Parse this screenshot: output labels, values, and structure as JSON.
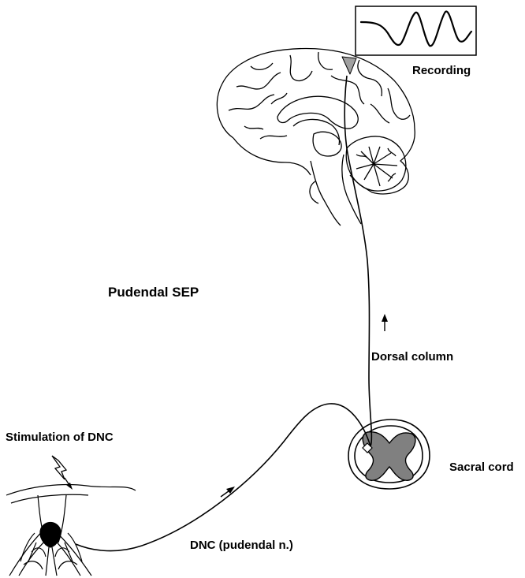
{
  "labels": {
    "recording": "Recording",
    "title": "Pudendal SEP",
    "dorsal_column": "Dorsal column",
    "stimulation": "Stimulation of DNC",
    "sacral_cord": "Sacral cord",
    "dnc_nerve": "DNC (pudendal n.)"
  },
  "colors": {
    "line": "#000000",
    "gray_matter": "#808080",
    "recording_site": "#a0a0a0",
    "background": "#ffffff"
  },
  "icons": {
    "stimulus": "lightning-bolt-icon",
    "direction": "arrow-icon"
  }
}
